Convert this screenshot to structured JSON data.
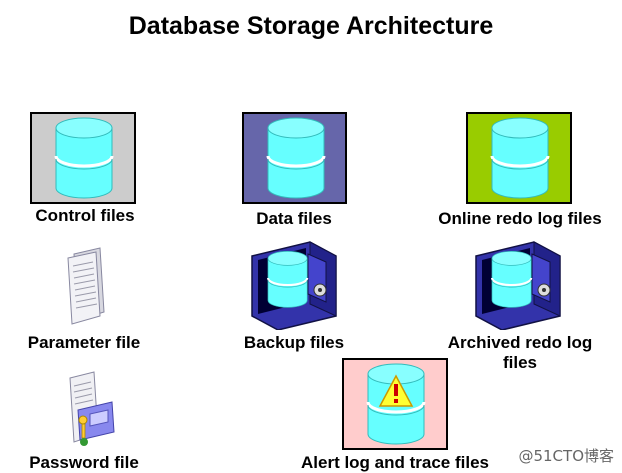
{
  "title": "Database Storage Architecture",
  "colors": {
    "cylinder_fill": "#66ffff",
    "cylinder_shadow": "#33cccc",
    "control_bg": "#cccccc",
    "data_bg": "#6666aa",
    "online_redo_bg": "#99cc00",
    "alert_bg": "#ffcccc",
    "backup_box": "#3333aa"
  },
  "items": {
    "control": {
      "label": "Control files",
      "icon": "database-cylinder-icon"
    },
    "data": {
      "label": "Data files",
      "icon": "database-cylinder-icon"
    },
    "online_redo": {
      "label": "Online redo log files",
      "icon": "database-cylinder-icon"
    },
    "parameter": {
      "label": "Parameter file",
      "icon": "document-icon"
    },
    "backup": {
      "label": "Backup files",
      "icon": "vault-cylinder-icon"
    },
    "archived": {
      "label_line1": "Archived redo log",
      "label_line2": "files",
      "icon": "vault-cylinder-icon"
    },
    "password": {
      "label": "Password file",
      "icon": "password-document-icon"
    },
    "alert": {
      "label": "Alert log and trace files",
      "icon": "warning-cylinder-icon"
    }
  },
  "watermark": "@51CTO博客"
}
